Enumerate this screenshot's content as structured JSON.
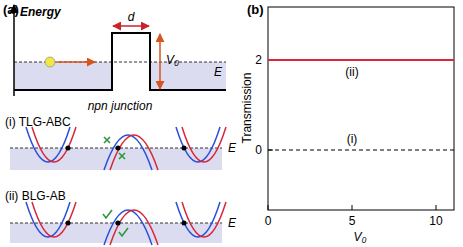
{
  "diagram": {
    "labels": [
      "(a)",
      "Energy",
      "d",
      "V₀",
      "E",
      "npn junction",
      "(i) TLG-ABC",
      "E",
      "(ii) BLG-AB",
      "E",
      "(b)",
      "Transmission",
      "2",
      "0",
      "0",
      "5",
      "10",
      "V₀",
      "(ii)",
      "(i)"
    ]
  }
}
